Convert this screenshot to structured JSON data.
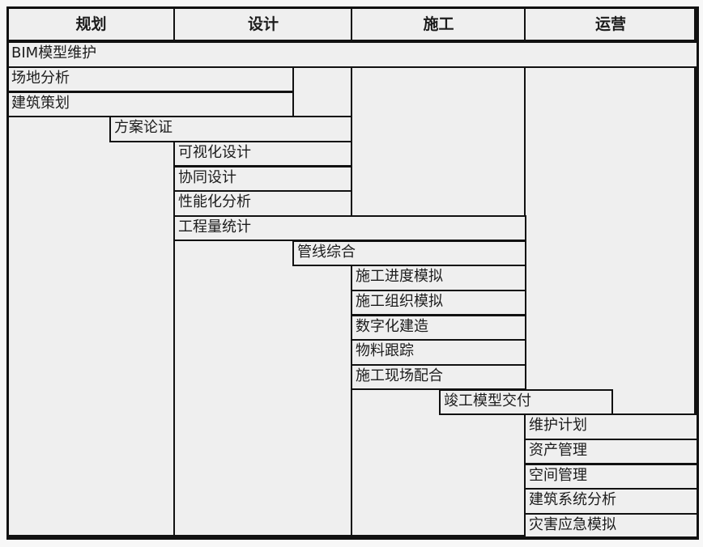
{
  "phases": [
    "规划",
    "设计",
    "施工",
    "运营"
  ],
  "tasks": [
    {
      "label": "BIM模型维护"
    },
    {
      "label": "场地分析"
    },
    {
      "label": "建筑策划"
    },
    {
      "label": "方案论证"
    },
    {
      "label": "可视化设计"
    },
    {
      "label": "协同设计"
    },
    {
      "label": "性能化分析"
    },
    {
      "label": "工程量统计"
    },
    {
      "label": "管线综合"
    },
    {
      "label": "施工进度模拟"
    },
    {
      "label": "施工组织模拟"
    },
    {
      "label": "数字化建造"
    },
    {
      "label": "物料跟踪"
    },
    {
      "label": "施工现场配合"
    },
    {
      "label": "竣工模型交付"
    },
    {
      "label": "维护计划"
    },
    {
      "label": "资产管理"
    },
    {
      "label": "空间管理"
    },
    {
      "label": "建筑系统分析"
    },
    {
      "label": "灾害应急模拟"
    }
  ],
  "colors": {
    "line": "#111111",
    "fill": "#efefef"
  }
}
